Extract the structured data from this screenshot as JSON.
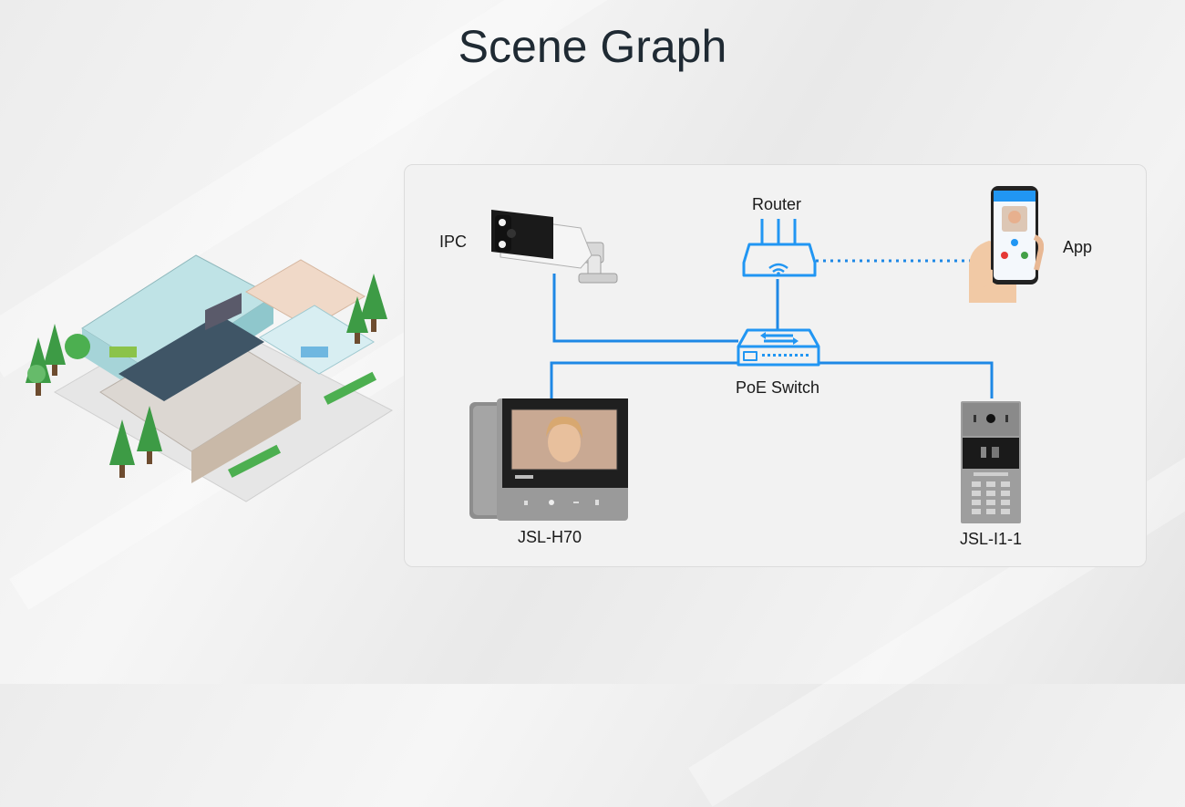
{
  "title": "Scene Graph",
  "nodes": {
    "ipc": "IPC",
    "router": "Router",
    "app": "App",
    "poe_switch": "PoE Switch",
    "indoor_monitor": "JSL-H70",
    "door_station": "JSL-I1-1"
  },
  "colors": {
    "wire": "#1e88e5",
    "device_blue": "#2196f3",
    "title": "#1f2a33"
  }
}
